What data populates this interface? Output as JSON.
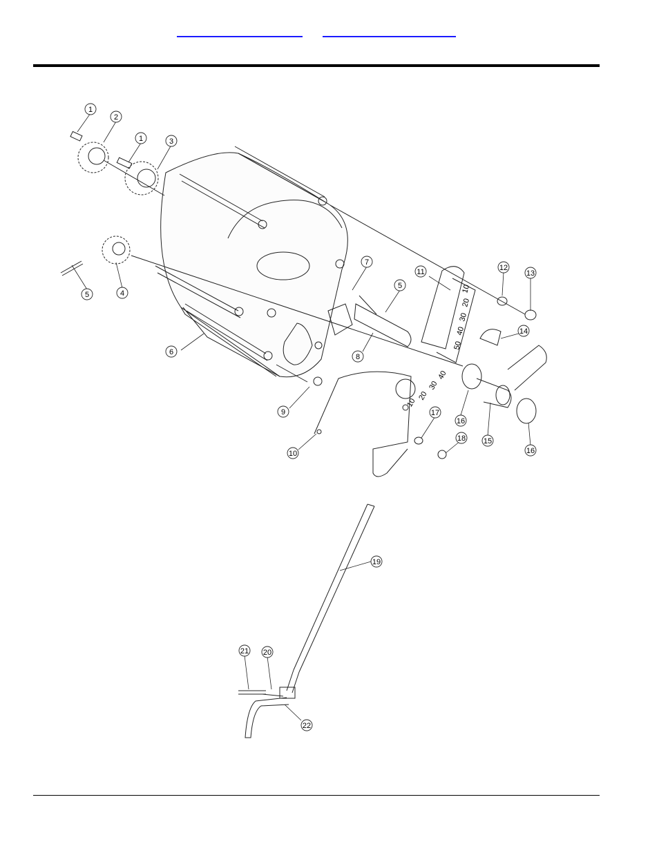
{
  "header": {
    "links": [
      {
        "label": ""
      },
      {
        "label": ""
      }
    ]
  },
  "callouts": [
    "1",
    "2",
    "1",
    "3",
    "5",
    "4",
    "7",
    "5",
    "11",
    "12",
    "13",
    "14",
    "6",
    "8",
    "9",
    "16",
    "15",
    "17",
    "18",
    "16",
    "10",
    "19",
    "21",
    "20",
    "22"
  ],
  "dial": {
    "upper_scale": [
      "10",
      "20",
      "30",
      "40",
      "50"
    ],
    "lower_scale": [
      "10",
      "20",
      "30",
      "40"
    ]
  },
  "colors": {
    "link": "#1a1aff",
    "ink": "#000000"
  }
}
